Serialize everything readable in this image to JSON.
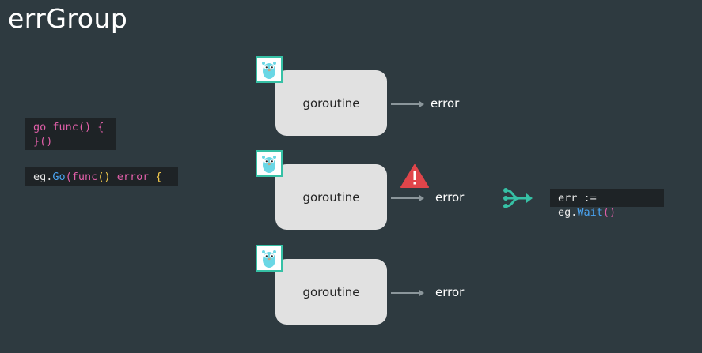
{
  "title": "errGroup",
  "code_left_1": {
    "line1": {
      "kw": "go",
      "rest": " func() {"
    },
    "line2": "}()"
  },
  "code_left_2": {
    "obj": "eg.",
    "fn": "Go",
    "open": "(",
    "kw": "func",
    "parens": "()",
    "type": " error ",
    "brace": "{"
  },
  "code_right": {
    "pre": "err := eg.",
    "fn": "Wait",
    "parens": "()"
  },
  "goroutines": [
    {
      "label": "goroutine",
      "error": "error"
    },
    {
      "label": "goroutine",
      "error": "error"
    },
    {
      "label": "goroutine",
      "error": "error"
    }
  ],
  "colors": {
    "background": "#2e3a40",
    "accent": "#36c0a5",
    "warning": "#e0454a"
  },
  "icons": [
    "gopher-icon",
    "warning-icon",
    "merge-icon"
  ]
}
